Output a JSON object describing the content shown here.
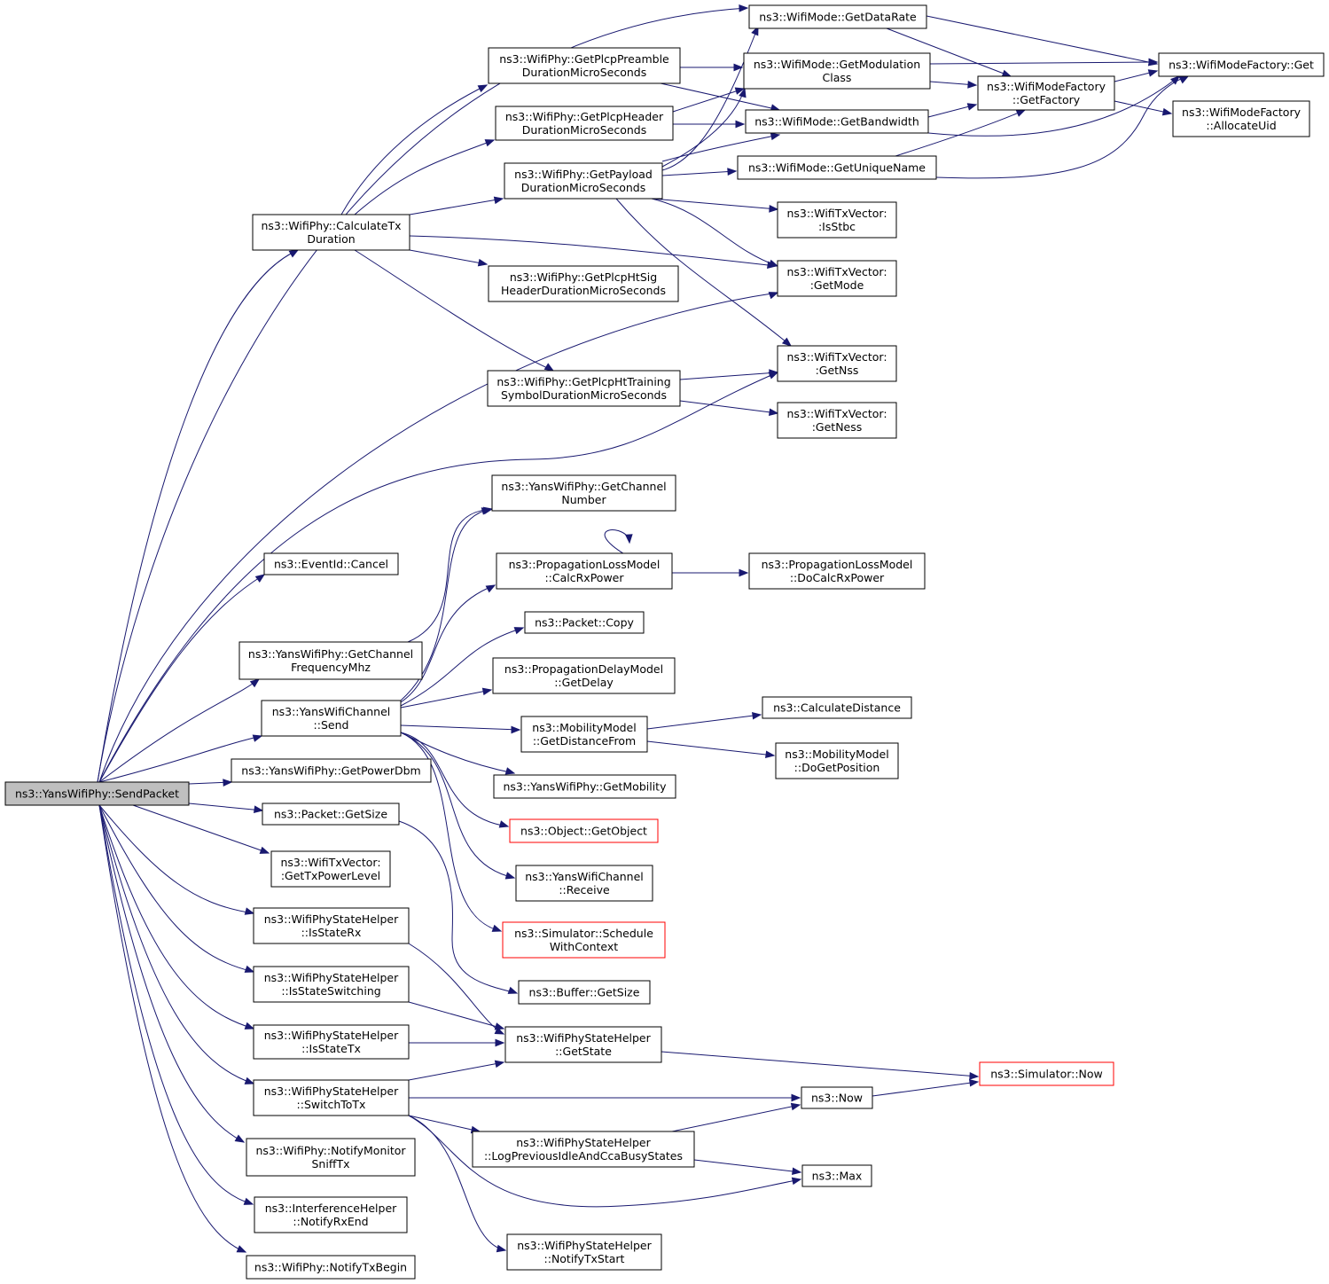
{
  "diagram": {
    "colors": {
      "edge": "#191970",
      "node_border": "#000000",
      "node_fill": "#ffffff",
      "root_fill": "#bfbfbf",
      "unresolved_border": "#ff0000"
    },
    "nodes": [
      {
        "id": "sendpacket",
        "lines": [
          "ns3::YansWifiPhy::SendPacket"
        ],
        "root": true
      },
      {
        "id": "wm_getdatarate",
        "lines": [
          "ns3::WifiMode::GetDataRate"
        ]
      },
      {
        "id": "wm_getmodclass",
        "lines": [
          "ns3::WifiMode::GetModulation",
          "Class"
        ]
      },
      {
        "id": "wm_getbandwidth",
        "lines": [
          "ns3::WifiMode::GetBandwidth"
        ]
      },
      {
        "id": "wm_getuniquename",
        "lines": [
          "ns3::WifiMode::GetUniqueName"
        ]
      },
      {
        "id": "wmf_get",
        "lines": [
          "ns3::WifiModeFactory::Get"
        ]
      },
      {
        "id": "wmf_getfactory",
        "lines": [
          "ns3::WifiModeFactory",
          "::GetFactory"
        ]
      },
      {
        "id": "wmf_allocateuid",
        "lines": [
          "ns3::WifiModeFactory",
          "::AllocateUid"
        ]
      },
      {
        "id": "wp_preamble",
        "lines": [
          "ns3::WifiPhy::GetPlcpPreamble",
          "DurationMicroSeconds"
        ]
      },
      {
        "id": "wp_header",
        "lines": [
          "ns3::WifiPhy::GetPlcpHeader",
          "DurationMicroSeconds"
        ]
      },
      {
        "id": "wp_payload",
        "lines": [
          "ns3::WifiPhy::GetPayload",
          "DurationMicroSeconds"
        ]
      },
      {
        "id": "wp_calctx",
        "lines": [
          "ns3::WifiPhy::CalculateTx",
          "Duration"
        ]
      },
      {
        "id": "wp_htsig",
        "lines": [
          "ns3::WifiPhy::GetPlcpHtSig",
          "HeaderDurationMicroSeconds"
        ]
      },
      {
        "id": "wp_httraining",
        "lines": [
          "ns3::WifiPhy::GetPlcpHtTraining",
          "SymbolDurationMicroSeconds"
        ]
      },
      {
        "id": "tv_isstbc",
        "lines": [
          "ns3::WifiTxVector:",
          ":IsStbc"
        ]
      },
      {
        "id": "tv_getmode",
        "lines": [
          "ns3::WifiTxVector:",
          ":GetMode"
        ]
      },
      {
        "id": "tv_getnss",
        "lines": [
          "ns3::WifiTxVector:",
          ":GetNss"
        ]
      },
      {
        "id": "tv_getness",
        "lines": [
          "ns3::WifiTxVector:",
          ":GetNess"
        ]
      },
      {
        "id": "ywp_chnum",
        "lines": [
          "ns3::YansWifiPhy::GetChannel",
          "Number"
        ]
      },
      {
        "id": "eid_cancel",
        "lines": [
          "ns3::EventId::Cancel"
        ]
      },
      {
        "id": "plm_calcrx",
        "lines": [
          "ns3::PropagationLossModel",
          "::CalcRxPower"
        ]
      },
      {
        "id": "plm_docalcrx",
        "lines": [
          "ns3::PropagationLossModel",
          "::DoCalcRxPower"
        ]
      },
      {
        "id": "pkt_copy",
        "lines": [
          "ns3::Packet::Copy"
        ]
      },
      {
        "id": "ywp_chfreq",
        "lines": [
          "ns3::YansWifiPhy::GetChannel",
          "FrequencyMhz"
        ]
      },
      {
        "id": "pdm_getdelay",
        "lines": [
          "ns3::PropagationDelayModel",
          "::GetDelay"
        ]
      },
      {
        "id": "ywc_send",
        "lines": [
          "ns3::YansWifiChannel",
          "::Send"
        ]
      },
      {
        "id": "mm_getdist",
        "lines": [
          "ns3::MobilityModel",
          "::GetDistanceFrom"
        ]
      },
      {
        "id": "calcdist",
        "lines": [
          "ns3::CalculateDistance"
        ]
      },
      {
        "id": "mm_dogetpos",
        "lines": [
          "ns3::MobilityModel",
          "::DoGetPosition"
        ]
      },
      {
        "id": "ywp_getpower",
        "lines": [
          "ns3::YansWifiPhy::GetPowerDbm"
        ]
      },
      {
        "id": "ywp_getmobility",
        "lines": [
          "ns3::YansWifiPhy::GetMobility"
        ]
      },
      {
        "id": "pkt_getsize",
        "lines": [
          "ns3::Packet::GetSize"
        ]
      },
      {
        "id": "obj_getobject",
        "lines": [
          "ns3::Object::GetObject"
        ],
        "red": true
      },
      {
        "id": "tv_gettxpower",
        "lines": [
          "ns3::WifiTxVector:",
          ":GetTxPowerLevel"
        ]
      },
      {
        "id": "ywc_receive",
        "lines": [
          "ns3::YansWifiChannel",
          "::Receive"
        ]
      },
      {
        "id": "psh_isstaterx",
        "lines": [
          "ns3::WifiPhyStateHelper",
          "::IsStateRx"
        ]
      },
      {
        "id": "sim_schedule",
        "lines": [
          "ns3::Simulator::Schedule",
          "WithContext"
        ],
        "red": true
      },
      {
        "id": "psh_isswitching",
        "lines": [
          "ns3::WifiPhyStateHelper",
          "::IsStateSwitching"
        ]
      },
      {
        "id": "buf_getsize",
        "lines": [
          "ns3::Buffer::GetSize"
        ]
      },
      {
        "id": "psh_isstatetx",
        "lines": [
          "ns3::WifiPhyStateHelper",
          "::IsStateTx"
        ]
      },
      {
        "id": "psh_getstate",
        "lines": [
          "ns3::WifiPhyStateHelper",
          "::GetState"
        ]
      },
      {
        "id": "sim_now",
        "lines": [
          "ns3::Simulator::Now"
        ],
        "red": true
      },
      {
        "id": "psh_switchtotx",
        "lines": [
          "ns3::WifiPhyStateHelper",
          "::SwitchToTx"
        ]
      },
      {
        "id": "now",
        "lines": [
          "ns3::Now"
        ]
      },
      {
        "id": "psh_logprev",
        "lines": [
          "ns3::WifiPhyStateHelper",
          "::LogPreviousIdleAndCcaBusyStates"
        ]
      },
      {
        "id": "max",
        "lines": [
          "ns3::Max"
        ]
      },
      {
        "id": "wp_notifymonitor",
        "lines": [
          "ns3::WifiPhy::NotifyMonitor",
          "SniffTx"
        ]
      },
      {
        "id": "ih_notifyrxend",
        "lines": [
          "ns3::InterferenceHelper",
          "::NotifyRxEnd"
        ]
      },
      {
        "id": "psh_notifytxstart",
        "lines": [
          "ns3::WifiPhyStateHelper",
          "::NotifyTxStart"
        ]
      },
      {
        "id": "wp_notifytxbegin",
        "lines": [
          "ns3::WifiPhy::NotifyTxBegin"
        ]
      }
    ]
  }
}
